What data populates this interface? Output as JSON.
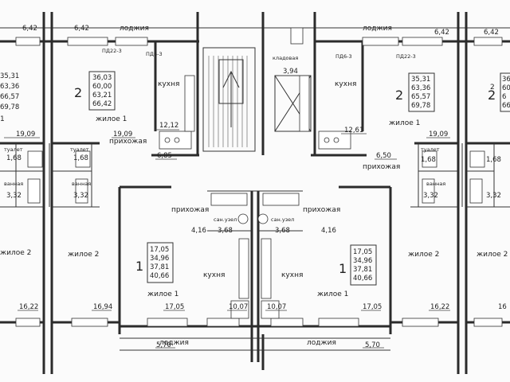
{
  "rooms": {
    "loggia_top_left": "лоджия",
    "loggia_top_right": "лоджия",
    "loggia_bottom_left": "лоджия",
    "loggia_bottom_right": "лоджия",
    "kitchen_top_left": "кухня",
    "kitchen_top_right": "кухня",
    "kitchen_bottom_left": "кухня",
    "kitchen_bottom_right": "кухня",
    "living1_top_left": "жилое 1",
    "living1_top_right": "жилое 1",
    "living1_bottom_left": "жилое 1",
    "living1_bottom_right": "жилое 1",
    "living2_far_left": "жилое 2",
    "living2_left": "жилое 2",
    "living2_right": "жилое 2",
    "living2_far_right": "жилое 2",
    "hall_top_left": "прихожая",
    "hall_top_right": "прихожая",
    "hall_bottom_left": "прихожая",
    "hall_bottom_right": "прихожая",
    "toilet_left": "туалет",
    "toilet_right": "туалет",
    "toilet_far_right": "туалет",
    "bath_left": "ванная",
    "bath_right": "ванная",
    "bath_far_right": "ванная",
    "storage": "кладовая",
    "bathroom_bl": "сан.узел",
    "bathroom_br": "сан.узел",
    "partial_left": "1",
    "partial_right": "2"
  },
  "areas": {
    "loggia_tl": "6,42",
    "loggia_tl2": "6,42",
    "loggia_tr": "6,42",
    "loggia_tr2": "6,42",
    "loggia_bl": "5,70",
    "loggia_br": "5,70",
    "kitchen_tl": "12,12",
    "kitchen_tr": "12,61",
    "kitchen_bl": "10,07",
    "kitchen_br": "10,07",
    "living1_tl": "19,09",
    "living1_tl2": "19,09",
    "living1_tr": "19,09",
    "living1_bl": "17,05",
    "living1_br": "17,05",
    "living2_fl": "16,22",
    "living2_l": "16,94",
    "living2_r": "16,22",
    "hall_tl": "6,85",
    "hall_tr": "6,50",
    "hall_bl": "4,16",
    "hall_br": "4,16",
    "toilet_l1": "1,68",
    "toilet_l2": "1,68",
    "toilet_r1": "1,68",
    "toilet_r2": "1,68",
    "bath_l1": "3,32",
    "bath_l2": "3,32",
    "bath_r1": "3,32",
    "bath_r2": "3,32",
    "storage": "3,94",
    "bathroom_bl": "3,68",
    "bathroom_br": "3,68",
    "fr_partial": "16"
  },
  "apartments": {
    "far_left": {
      "rooms": "",
      "lines": [
        "35,31",
        "63,36",
        "66,57",
        "69,78"
      ]
    },
    "top_left": {
      "rooms": "2",
      "lines": [
        "36,03",
        "60,00",
        "63,21",
        "66,42"
      ]
    },
    "top_right": {
      "rooms": "2",
      "lines": [
        "35,31",
        "63,36",
        "65,57",
        "69,78"
      ]
    },
    "far_right": {
      "rooms": "2",
      "lines": [
        "36",
        "60",
        "6",
        "66"
      ]
    },
    "bottom_left": {
      "rooms": "1",
      "lines": [
        "17,05",
        "34,96",
        "37,81",
        "40,66"
      ]
    },
    "bottom_right": {
      "rooms": "1",
      "lines": [
        "17,05",
        "34,96",
        "37,81",
        "40,66"
      ]
    }
  },
  "marks": {
    "pd_left": "ПД22-3",
    "pd_left2": "ПД6-3",
    "pd_right": "ПД6-3",
    "pd_right2": "ПД22-3"
  }
}
